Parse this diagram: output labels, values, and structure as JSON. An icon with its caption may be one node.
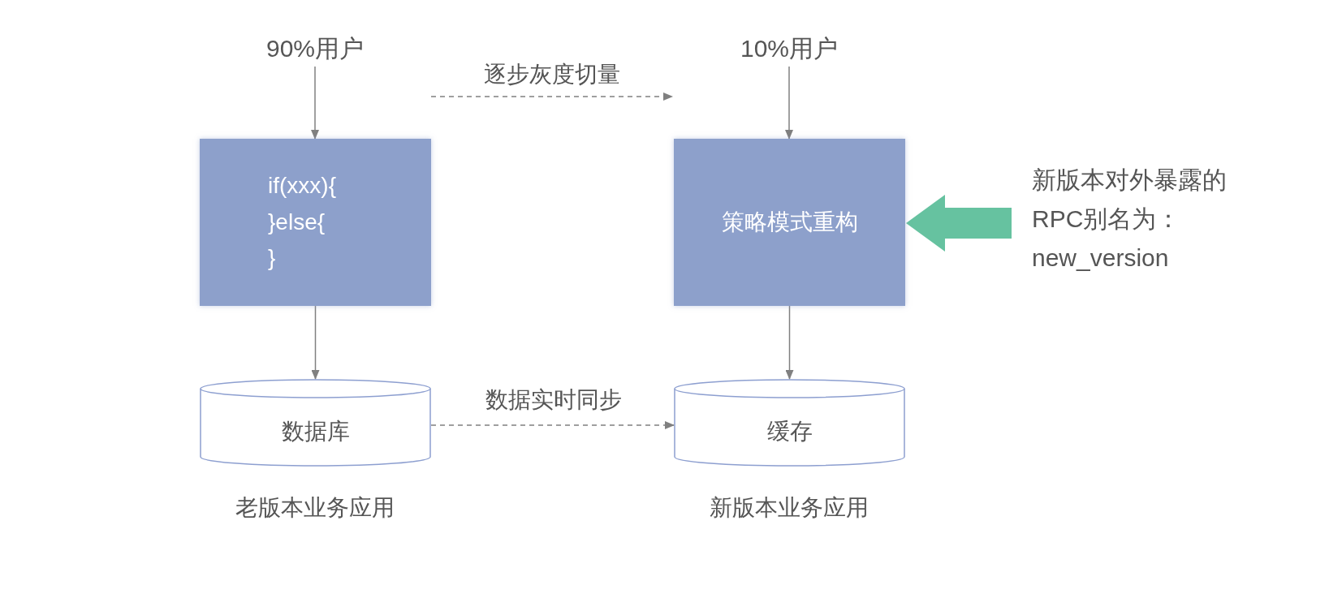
{
  "diagram": {
    "nodes": [
      {
        "text": [
          "90%用户"
        ]
      },
      {
        "text": [
          "if(xxx){ }else{ }"
        ]
      },
      {
        "text": [
          "数据库"
        ]
      },
      {
        "text": [
          "10%用户"
        ]
      },
      {
        "text": [
          "策略模式重构"
        ]
      },
      {
        "text": [
          "缓存"
        ]
      },
      {
        "text": [
          "新版本对外暴露的RPC别名为：new_version"
        ]
      }
    ],
    "edges": [
      {
        "from": 0,
        "to": 1,
        "arrow": "to"
      },
      {
        "from": 1,
        "to": 2,
        "arrow": "to"
      },
      {
        "from": 3,
        "to": 4,
        "arrow": "to"
      },
      {
        "from": 4,
        "to": 5,
        "arrow": "to"
      },
      {
        "from": 2,
        "to": 5,
        "arrow": "to",
        "label": "数据实时同步",
        "style": "dashed"
      },
      {
        "from": 6,
        "to": 4,
        "arrow": "to",
        "style": "thick",
        "color": "#66c2a0"
      }
    ],
    "labels": [
      "逐步灰度切量",
      "老版本业务应用",
      "新版本业务应用"
    ]
  }
}
